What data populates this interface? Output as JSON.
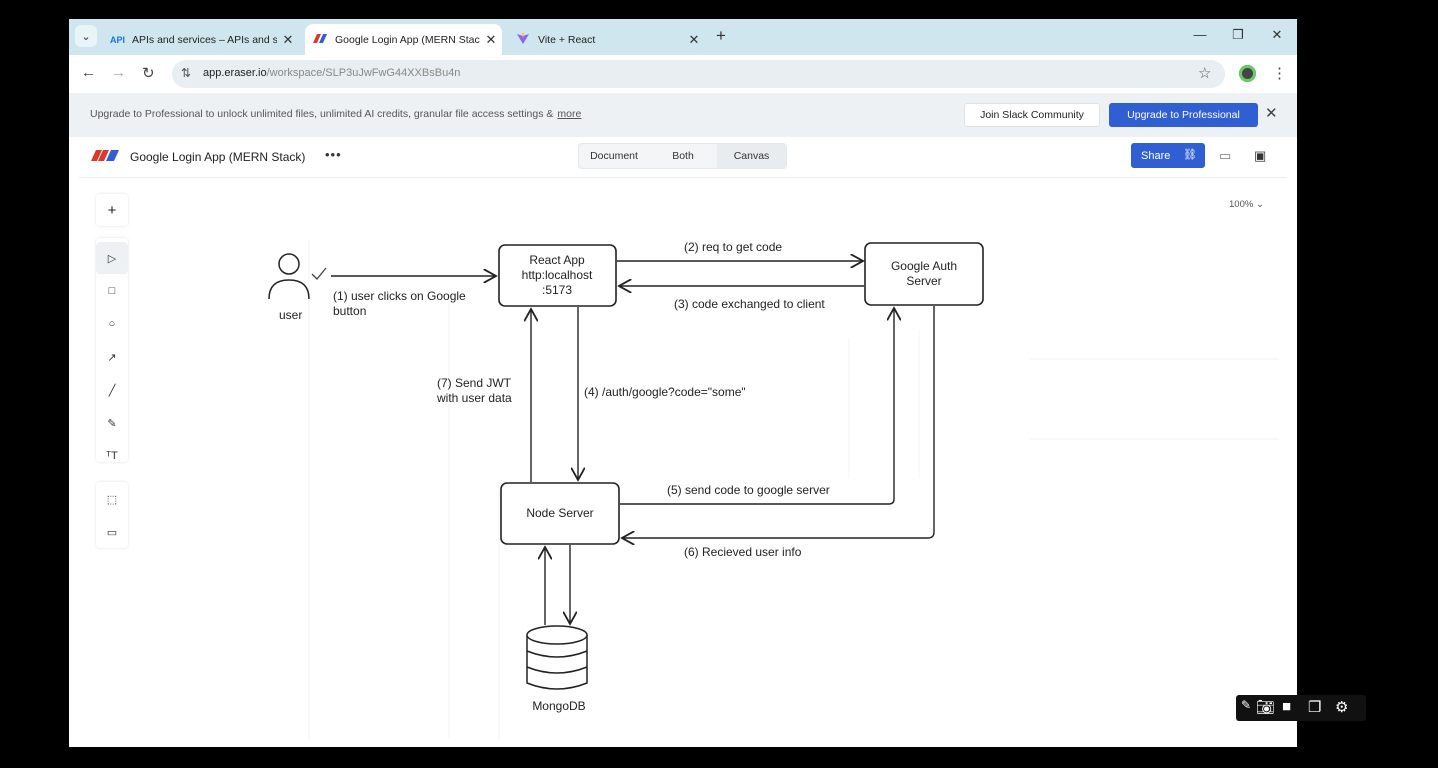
{
  "browser": {
    "tabs": [
      {
        "favicon": "API",
        "title": "APIs and services – APIs and se",
        "active": false
      },
      {
        "favicon": "eraser-logo",
        "title": "Google Login App (MERN Stack",
        "active": true
      },
      {
        "favicon": "vite-logo",
        "title": "Vite + React",
        "active": false
      }
    ],
    "url_host": "app.eraser.io",
    "url_path": "/workspace/SLP3uJwFwG44XXBsBu4n"
  },
  "banner": {
    "text": "Upgrade to Professional to unlock unlimited files, unlimited AI credits, granular file access settings &",
    "more": "more",
    "slack_button": "Join Slack Community",
    "upgrade_button": "Upgrade to Professional"
  },
  "app": {
    "file_title": "Google Login App (MERN Stack)",
    "view_modes": [
      "Document",
      "Both",
      "Canvas"
    ],
    "selected_view": "Canvas",
    "share": "Share",
    "zoom": "100%"
  },
  "diagram": {
    "user_label": "user",
    "react_app": [
      "React App",
      "http:localhost",
      ":5173"
    ],
    "google_auth": [
      "Google Auth",
      "Server"
    ],
    "node_server": "Node Server",
    "mongodb": "MongoDB",
    "edges": {
      "e1": [
        "(1) user clicks on Google",
        "button"
      ],
      "e2": "(2) req to get code",
      "e3": "(3) code exchanged to client",
      "e4": "(4) /auth/google?code=\"some\"",
      "e5": "(5) send code to google server",
      "e6": "(6) Recieved user info",
      "e7": [
        "(7) Send JWT",
        "with user data"
      ]
    }
  },
  "colors": {
    "accent": "#2f5fd3",
    "tabstrip": "#cfe6ee",
    "banner": "#eef1f4"
  }
}
